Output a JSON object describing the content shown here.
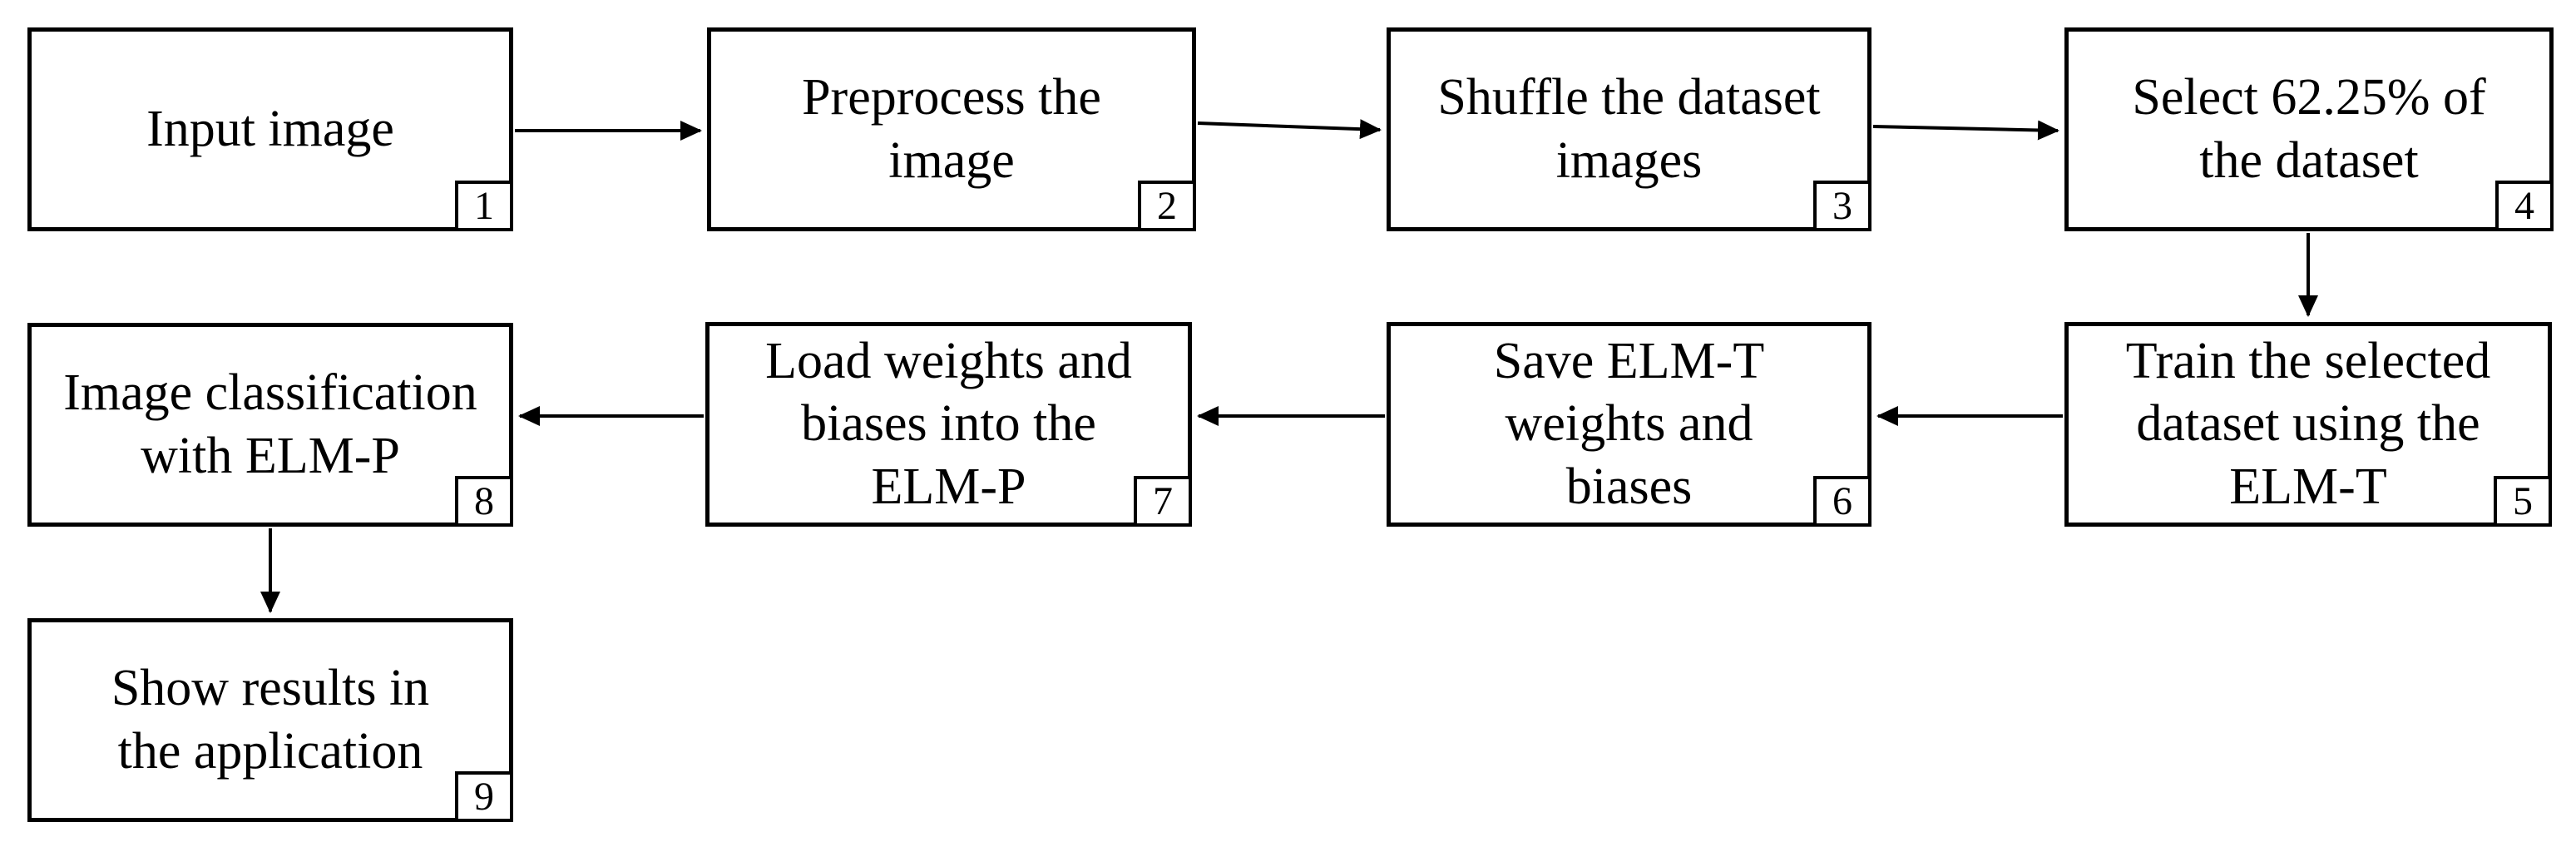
{
  "diagram": {
    "background_color": "#ffffff",
    "line_color": "#000000",
    "text_color": "#000000",
    "nodes": [
      {
        "number": "1",
        "label": "Input image"
      },
      {
        "number": "2",
        "label": "Preprocess the\nimage"
      },
      {
        "number": "3",
        "label": "Shuffle the dataset\nimages"
      },
      {
        "number": "4",
        "label": "Select 62.25% of\nthe dataset"
      },
      {
        "number": "5",
        "label": "Train the selected\ndataset using the\nELM-T"
      },
      {
        "number": "6",
        "label": "Save ELM-T\nweights and\nbiases"
      },
      {
        "number": "7",
        "label": "Load weights and\nbiases into the\nELM-P"
      },
      {
        "number": "8",
        "label": "Image classification\nwith ELM-P"
      },
      {
        "number": "9",
        "label": "Show results in\nthe application"
      }
    ],
    "edges": [
      {
        "from": "1",
        "to": "2"
      },
      {
        "from": "2",
        "to": "3"
      },
      {
        "from": "3",
        "to": "4"
      },
      {
        "from": "4",
        "to": "5"
      },
      {
        "from": "5",
        "to": "6"
      },
      {
        "from": "6",
        "to": "7"
      },
      {
        "from": "7",
        "to": "8"
      },
      {
        "from": "8",
        "to": "9"
      }
    ]
  }
}
